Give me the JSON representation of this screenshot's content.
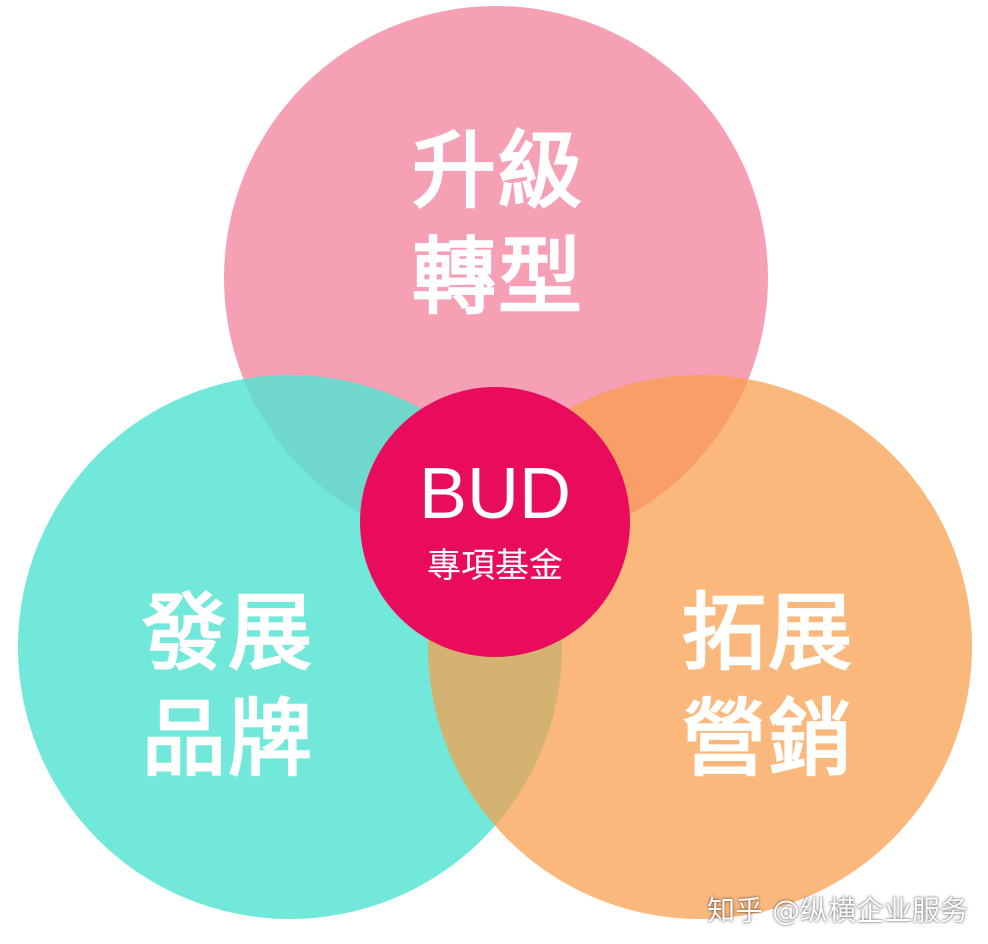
{
  "diagram": {
    "circles": {
      "top": {
        "lines": [
          "升級",
          "轉型"
        ],
        "color": "#f27b98"
      },
      "left": {
        "lines": [
          "發展",
          "品牌"
        ],
        "color": "#52e3d2"
      },
      "right": {
        "lines": [
          "拓展",
          "營銷"
        ],
        "color": "#f99d49"
      }
    },
    "center": {
      "title": "BUD",
      "subtitle": "專項基金",
      "color": "#ea0c5c"
    }
  },
  "watermark": "知乎 @纵横企业服务"
}
